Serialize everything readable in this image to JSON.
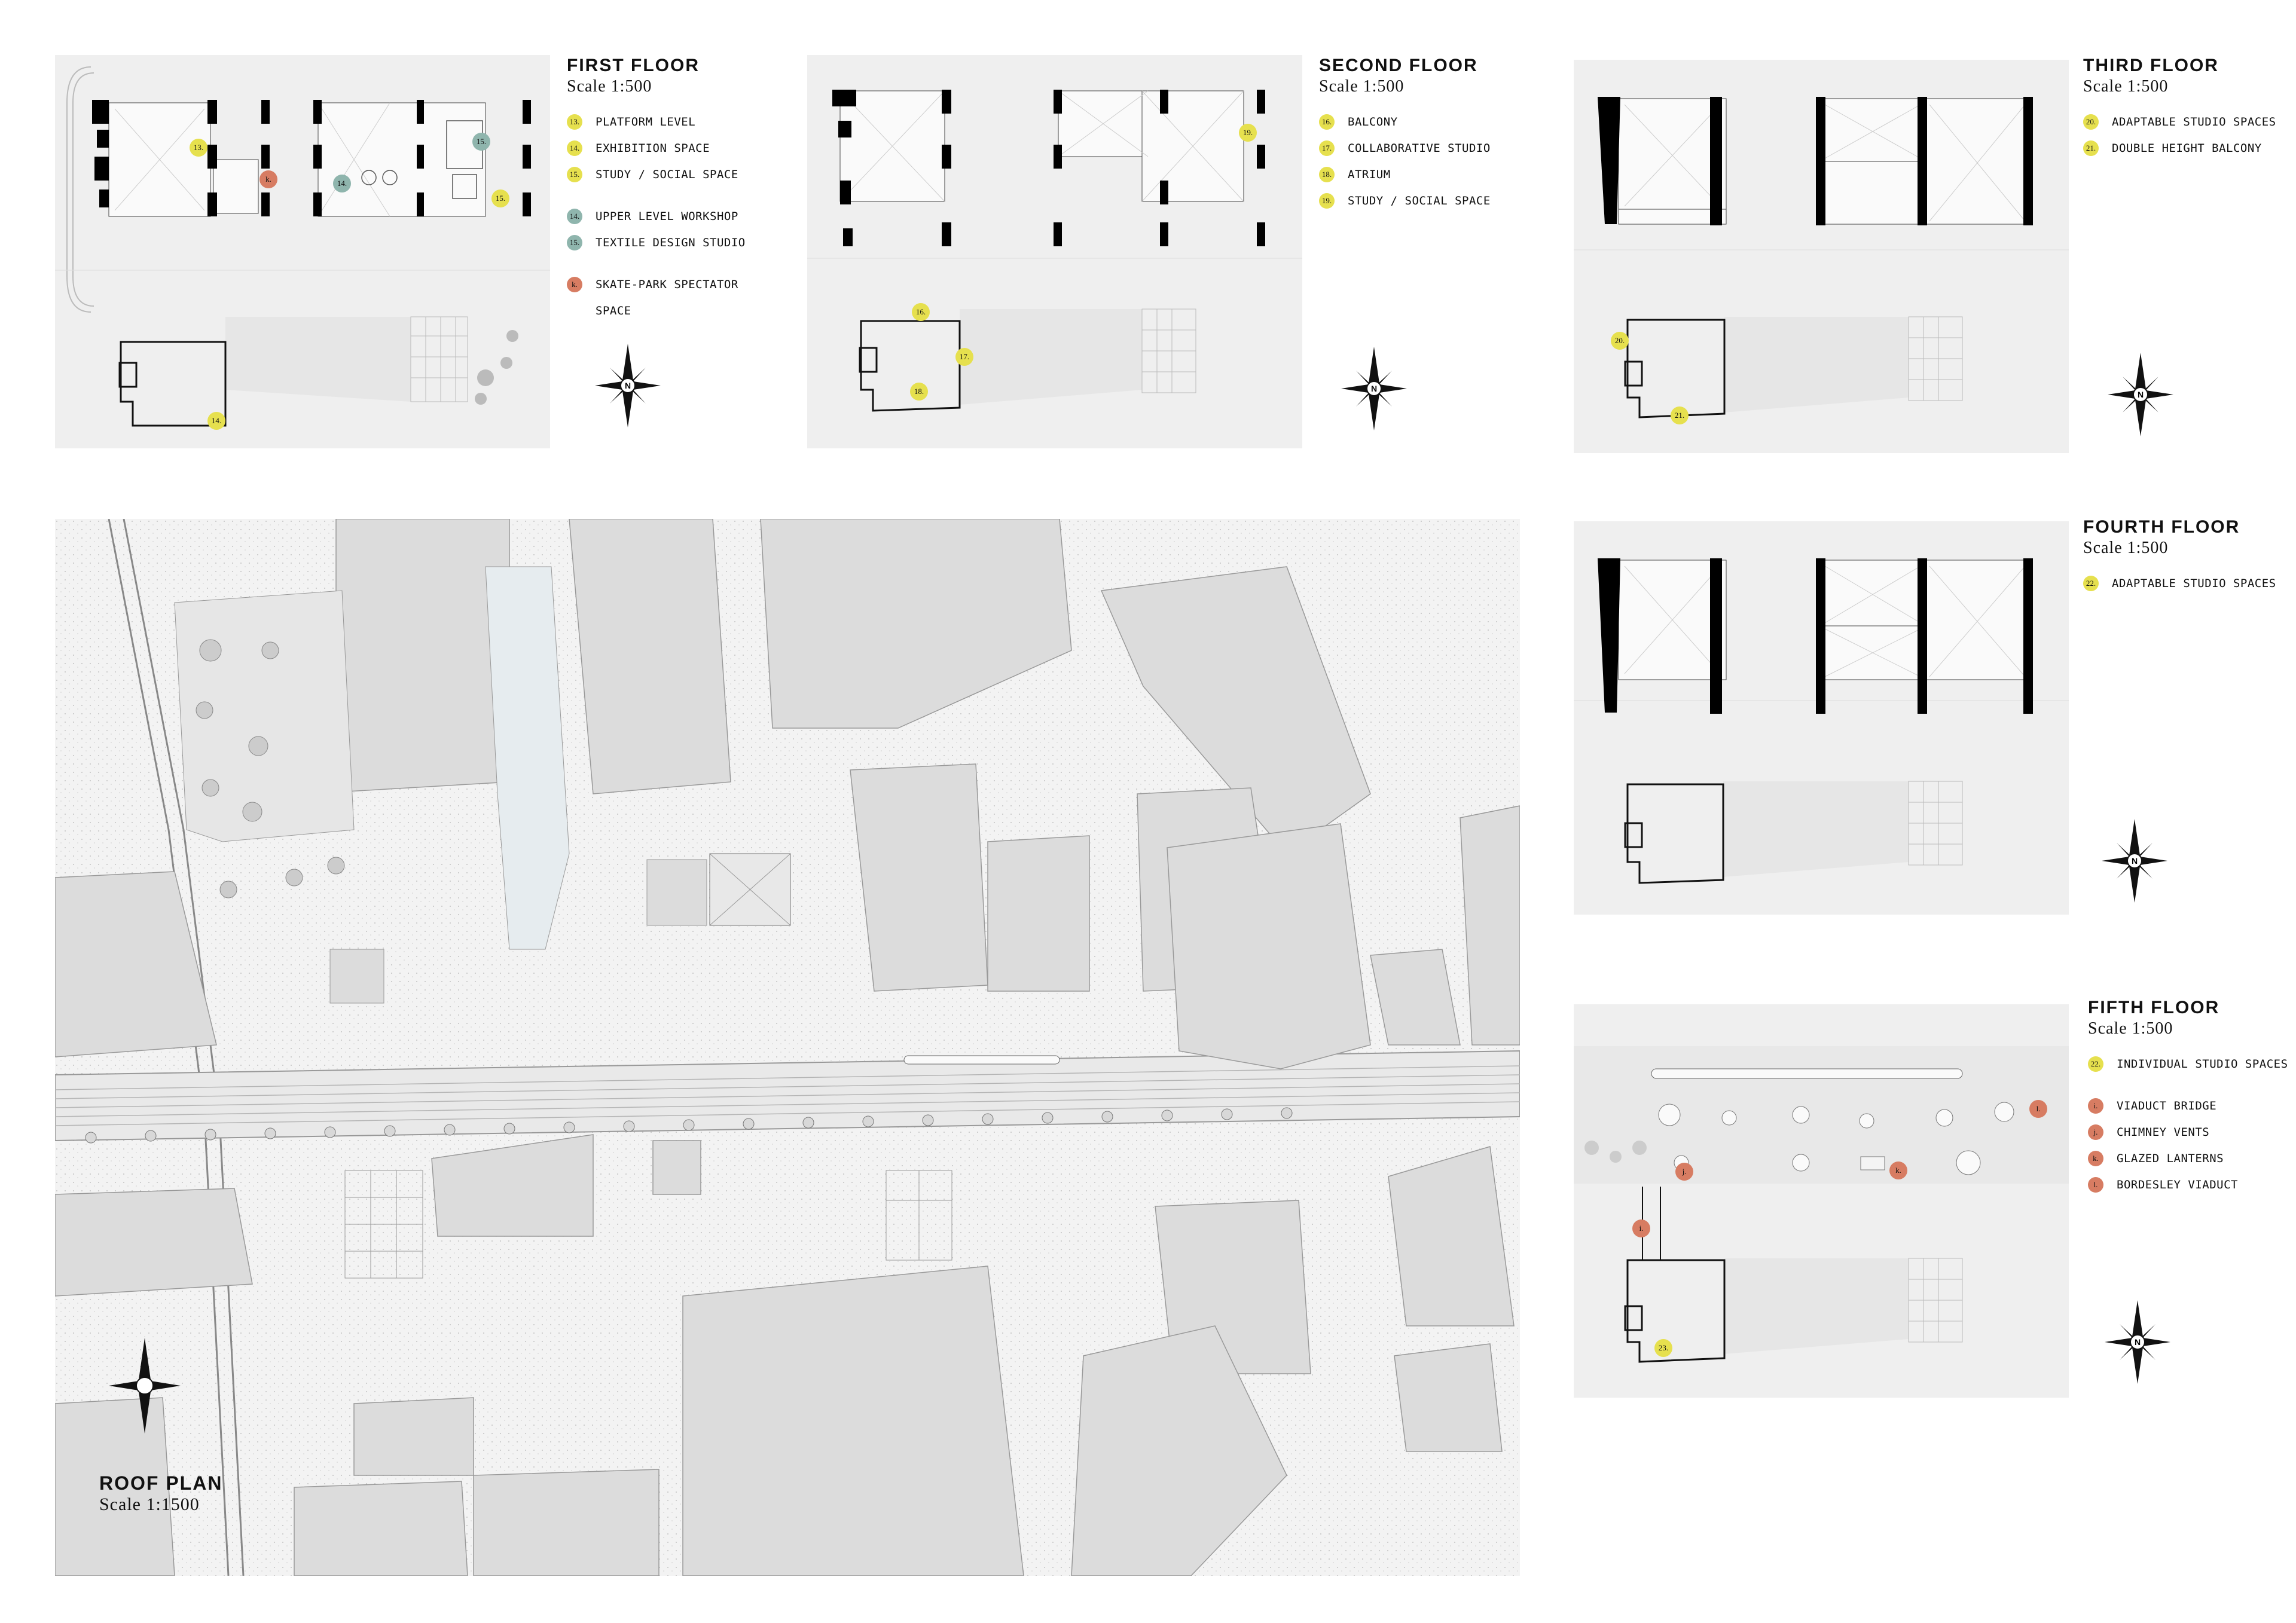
{
  "colors": {
    "yellow": "#e6e04e",
    "teal": "#8fb5ad",
    "orange": "#d77c62",
    "panel": "#efefef"
  },
  "compass_letter": "N",
  "floors": {
    "first": {
      "title": "FIRST FLOOR",
      "scale": "Scale 1:500",
      "items": [
        {
          "num": "13.",
          "label": "PLATFORM LEVEL",
          "color": "yellow"
        },
        {
          "num": "14.",
          "label": "EXHIBITION SPACE",
          "color": "yellow"
        },
        {
          "num": "15.",
          "label": "STUDY / SOCIAL SPACE",
          "color": "yellow"
        },
        {
          "num": "14.",
          "label": "UPPER LEVEL WORKSHOP",
          "color": "teal"
        },
        {
          "num": "15.",
          "label": "TEXTILE DESIGN STUDIO",
          "color": "teal"
        },
        {
          "num": "k.",
          "label": "SKATE-PARK SPECTATOR",
          "label2": "SPACE",
          "color": "orange"
        }
      ],
      "markers": [
        "13.",
        "k.",
        "14.",
        "15.",
        "15.",
        "14."
      ]
    },
    "second": {
      "title": "SECOND FLOOR",
      "scale": "Scale 1:500",
      "items": [
        {
          "num": "16.",
          "label": "BALCONY",
          "color": "yellow"
        },
        {
          "num": "17.",
          "label": "COLLABORATIVE STUDIO",
          "color": "yellow"
        },
        {
          "num": "18.",
          "label": "ATRIUM",
          "color": "yellow"
        },
        {
          "num": "19.",
          "label": "STUDY / SOCIAL SPACE",
          "color": "yellow"
        }
      ],
      "markers": [
        "19.",
        "16.",
        "17.",
        "18."
      ]
    },
    "third": {
      "title": "THIRD FLOOR",
      "scale": "Scale 1:500",
      "items": [
        {
          "num": "20.",
          "label": "ADAPTABLE STUDIO SPACES",
          "color": "yellow"
        },
        {
          "num": "21.",
          "label": "DOUBLE HEIGHT BALCONY",
          "color": "yellow"
        }
      ],
      "markers": [
        "20.",
        "21."
      ]
    },
    "fourth": {
      "title": "FOURTH FLOOR",
      "scale": "Scale 1:500",
      "items": [
        {
          "num": "22.",
          "label": "ADAPTABLE STUDIO SPACES",
          "color": "yellow"
        }
      ]
    },
    "fifth": {
      "title": "FIFTH FLOOR",
      "scale": "Scale 1:500",
      "items": [
        {
          "num": "22.",
          "label": "INDIVIDUAL STUDIO SPACES",
          "color": "yellow"
        },
        {
          "num": "i.",
          "label": "VIADUCT BRIDGE",
          "color": "orange"
        },
        {
          "num": "j.",
          "label": "CHIMNEY VENTS",
          "color": "orange"
        },
        {
          "num": "k.",
          "label": "GLAZED LANTERNS",
          "color": "orange"
        },
        {
          "num": "l.",
          "label": "BORDESLEY VIADUCT",
          "color": "orange"
        }
      ],
      "markers": [
        "l.",
        "j.",
        "k.",
        "i.",
        "23."
      ]
    }
  },
  "roof_plan": {
    "title": "ROOF PLAN",
    "scale": "Scale 1:1500"
  }
}
